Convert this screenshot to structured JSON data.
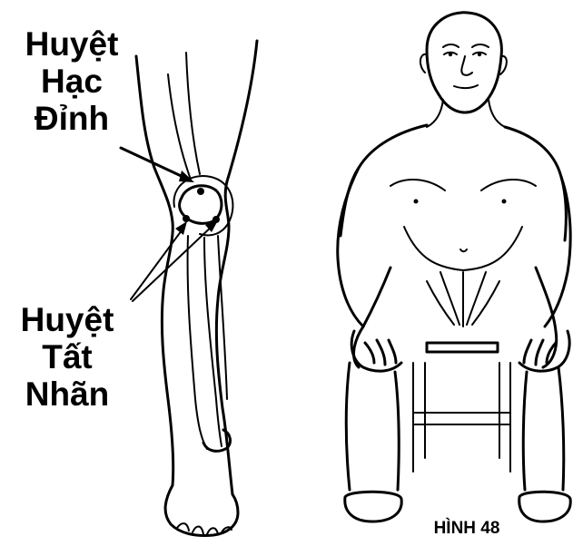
{
  "labels": {
    "acupoint_top": [
      "Huyệt",
      "Hạc",
      "Đỉnh"
    ],
    "acupoint_bottom": [
      "Huyệt",
      "Tất",
      "Nhãn"
    ]
  },
  "figure_caption": "HÌNH 48",
  "colors": {
    "ink": "#000000",
    "background": "#ffffff"
  }
}
